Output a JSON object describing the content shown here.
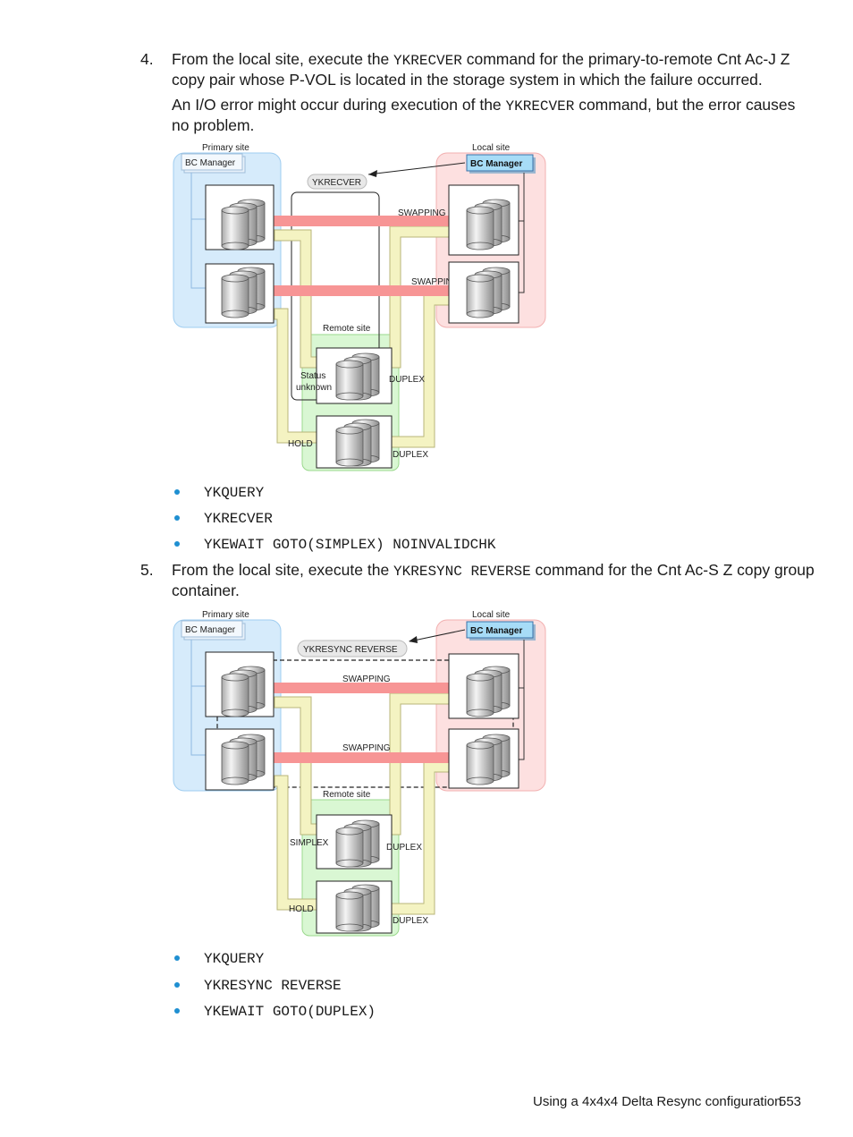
{
  "step4": {
    "number": "4.",
    "line1_a": "From the local site, execute the ",
    "line1_code": "YKRECVER",
    "line1_b": " command for the primary-to-remote Cnt Ac-J Z",
    "line2": "copy pair whose P-VOL is located in the storage system in which the failure occurred.",
    "line3_a": "An I/O error might occur during execution of the ",
    "line3_code": "YKRECVER",
    "line3_b": " command, but the error causes",
    "line4": "no problem."
  },
  "diagram1": {
    "primary_site": "Primary site",
    "local_site": "Local site",
    "remote_site": "Remote site",
    "bc_manager_primary": "BC Manager",
    "bc_manager_local": "BC Manager",
    "command": "YKRECVER",
    "swapping_top": "SWAPPING",
    "swapping_bottom": "SWAPPING",
    "status_line1": "Status",
    "status_line2": "unknown",
    "duplex_top": "DUPLEX",
    "duplex_bottom": "DUPLEX",
    "hold": "HOLD"
  },
  "bullets1": [
    "YKQUERY",
    "YKRECVER",
    "YKEWAIT GOTO(SIMPLEX) NOINVALIDCHK"
  ],
  "step5": {
    "number": "5.",
    "line1_a": "From the local site, execute the ",
    "line1_code": "YKRESYNC REVERSE",
    "line1_b": " command for the Cnt Ac-S Z copy group",
    "line2": "container."
  },
  "diagram2": {
    "primary_site": "Primary site",
    "local_site": "Local site",
    "remote_site": "Remote site",
    "bc_manager_primary": "BC Manager",
    "bc_manager_local": "BC Manager",
    "command": "YKRESYNC REVERSE",
    "swapping_top": "SWAPPING",
    "swapping_bottom": "SWAPPING",
    "simplex": "SIMPLEX",
    "duplex_top": "DUPLEX",
    "duplex_bottom": "DUPLEX",
    "hold": "HOLD"
  },
  "bullets2": [
    "YKQUERY",
    "YKRESYNC REVERSE",
    "YKEWAIT GOTO(DUPLEX)"
  ],
  "footer": {
    "text": "Using a 4x4x4 Delta Resync configuration",
    "page": "553"
  }
}
